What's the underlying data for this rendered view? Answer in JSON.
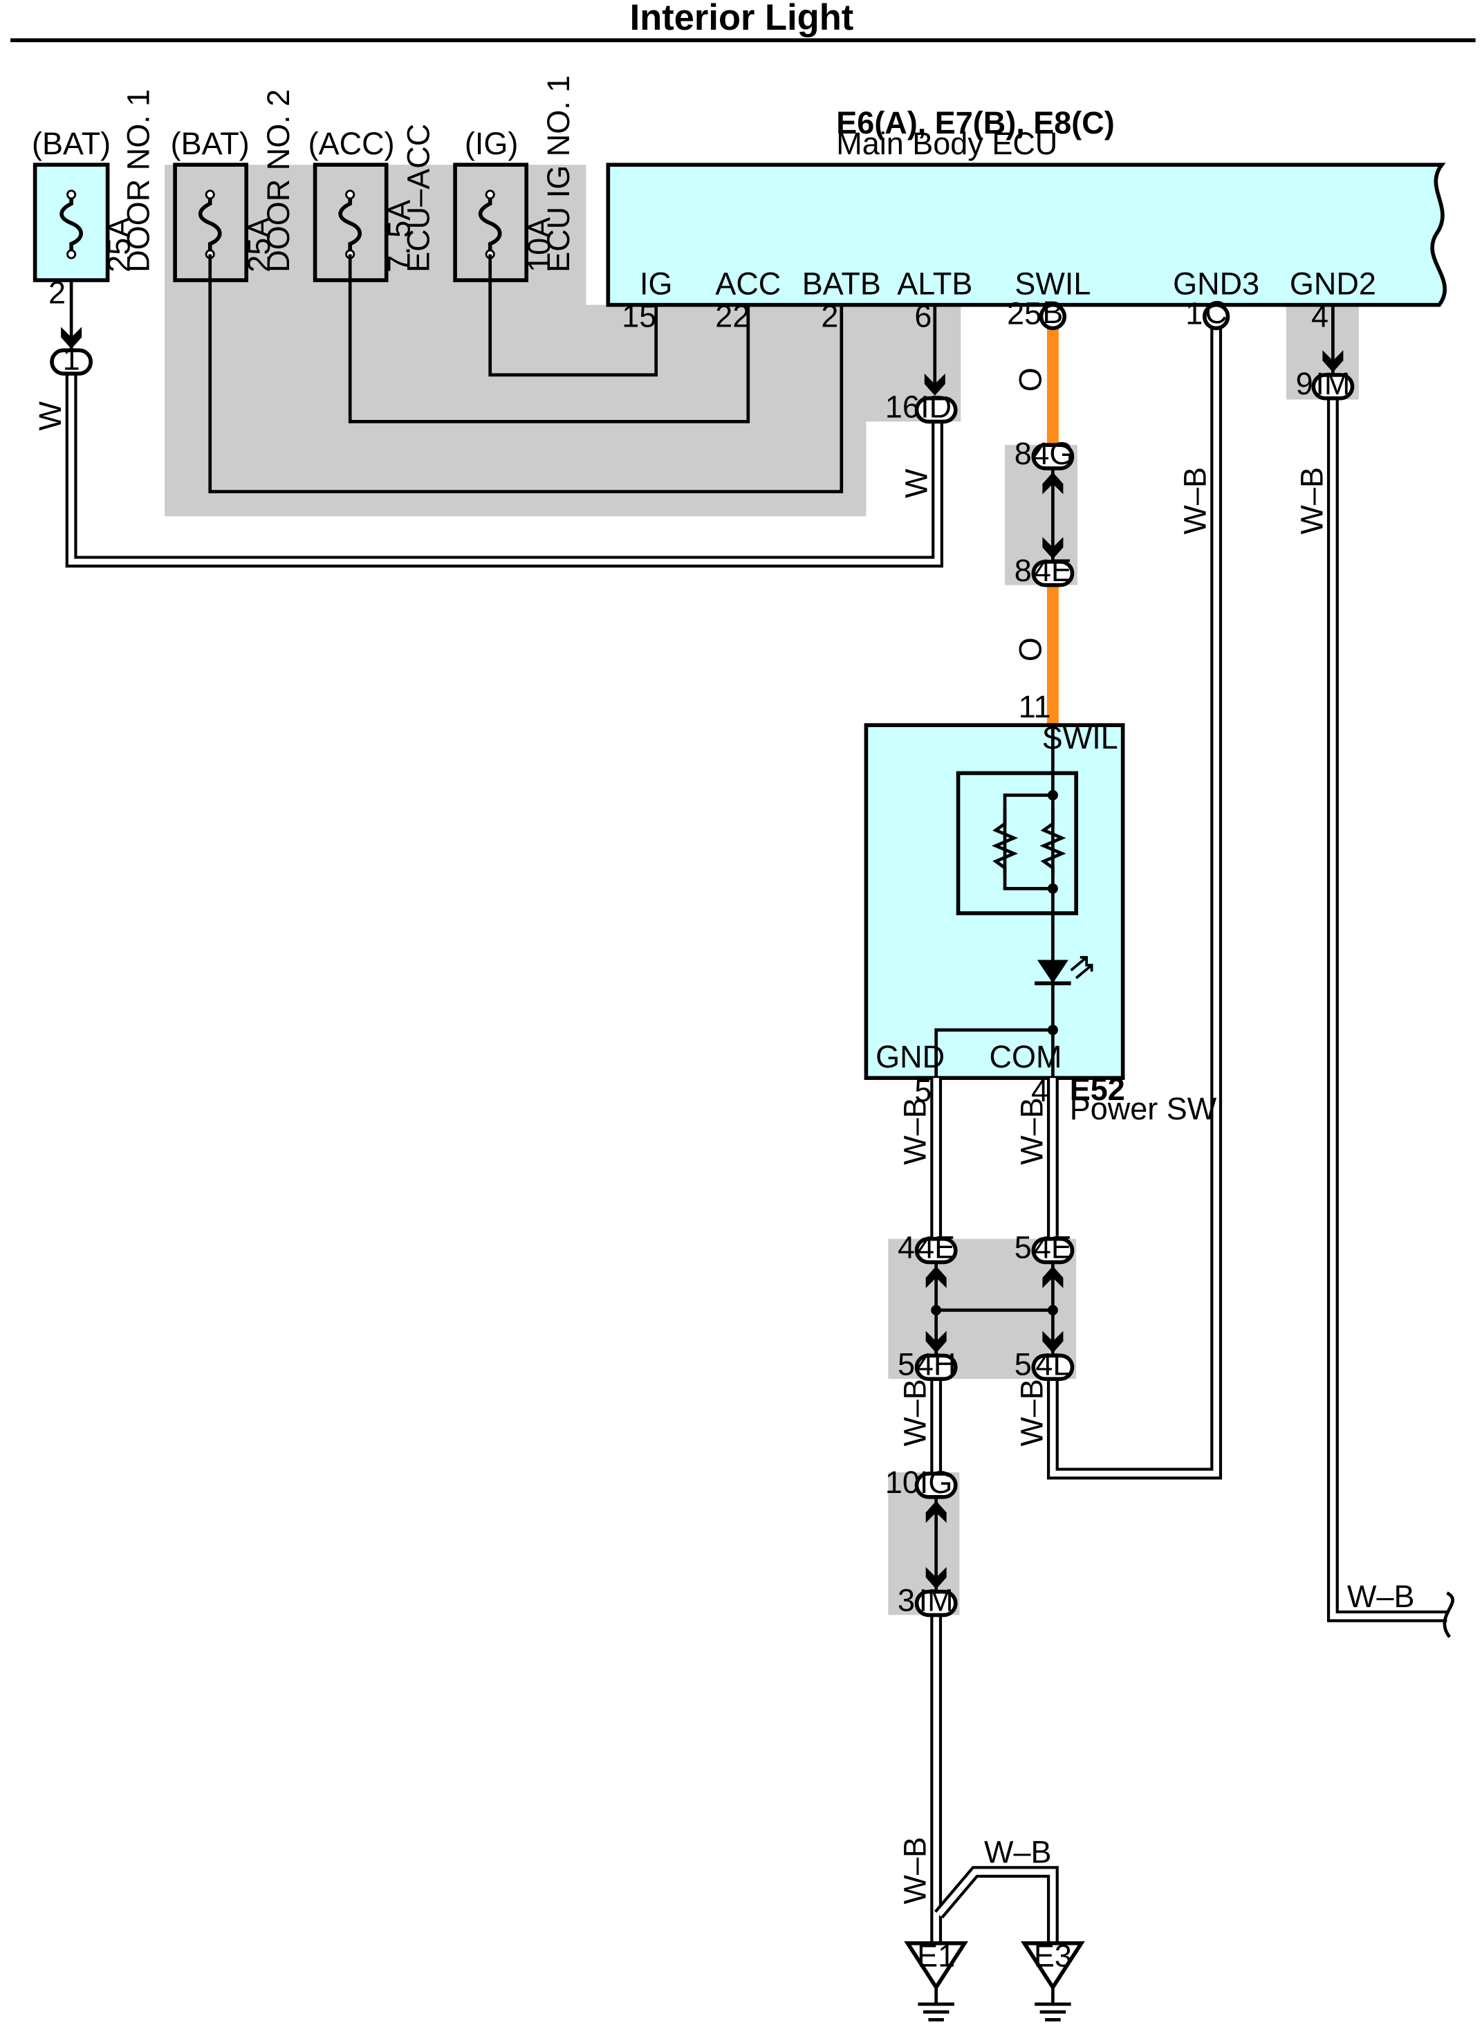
{
  "title": "Interior Light",
  "fuses": [
    {
      "source": "(BAT)",
      "rating": "25A",
      "name": "DOOR NO. 1",
      "pin": "2"
    },
    {
      "source": "(BAT)",
      "rating": "25A",
      "name": "DOOR NO. 2"
    },
    {
      "source": "(ACC)",
      "rating": "7. 5A",
      "name": "ECU–ACC"
    },
    {
      "source": "(IG)",
      "rating": "10A",
      "name": "ECU IG NO. 1"
    }
  ],
  "ecu": {
    "connectors": "E6(A), E7(B), E8(C)",
    "name": "Main Body ECU",
    "terminals": [
      {
        "label": "IG",
        "pin": "15"
      },
      {
        "label": "ACC",
        "pin": "22"
      },
      {
        "label": "BATB",
        "pin": "2"
      },
      {
        "label": "ALTB",
        "pin": "6"
      },
      {
        "label": "SWIL",
        "pin": "25"
      },
      {
        "label": "GND3",
        "pin": "1"
      },
      {
        "label": "GND2",
        "pin": "4"
      }
    ],
    "conn_b": "B",
    "conn_c": "C"
  },
  "switch": {
    "id": "E52",
    "name": "Power SW",
    "swil": "SWIL",
    "gnd": "GND",
    "com": "COM",
    "pin_swil": "11",
    "pin_gnd": "5",
    "pin_com": "4"
  },
  "junctions": {
    "j1": {
      "code": "1"
    },
    "id": {
      "code": "ID",
      "pin": "16"
    },
    "im_top": {
      "code": "IM",
      "pin": "9"
    },
    "g4": {
      "code": "4G",
      "pin": "8"
    },
    "e4_top": {
      "code": "4E",
      "pin": "8"
    },
    "e4_left": {
      "code": "4E",
      "pin": "4"
    },
    "e4_right": {
      "code": "4E",
      "pin": "5"
    },
    "h4": {
      "code": "4H",
      "pin": "5"
    },
    "l4": {
      "code": "4L",
      "pin": "5"
    },
    "ig": {
      "code": "IG",
      "pin": "10"
    },
    "im_bottom": {
      "code": "IM",
      "pin": "3"
    }
  },
  "wires": {
    "w": "W",
    "o": "O",
    "wb": "W–B"
  },
  "grounds": [
    "E1",
    "E3"
  ],
  "colors": {
    "ecu_fill": "#ccffff",
    "shade": "#cccccc",
    "orange": "#ff8c1a"
  }
}
